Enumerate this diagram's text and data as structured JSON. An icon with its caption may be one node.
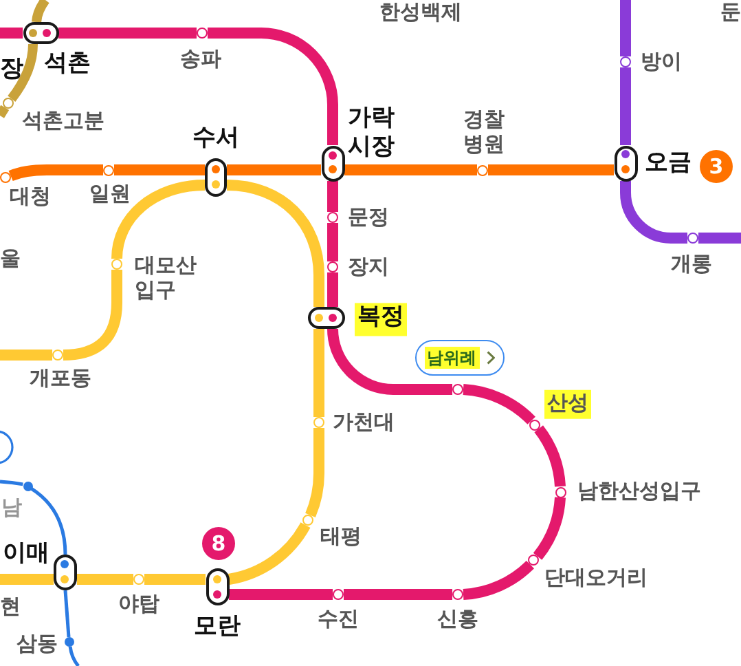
{
  "diagram": {
    "nodes": [
      {
        "text": [],
        "shape": "capsule",
        "beside": [
          "석촌"
        ]
      },
      {
        "text": [],
        "shape": "circle",
        "beside": [
          "송파"
        ]
      },
      {
        "text": [],
        "shape": "circle",
        "beside": [
          "방이"
        ]
      },
      {
        "text": [],
        "shape": "circle",
        "beside": [
          "석촌고분"
        ]
      },
      {
        "text": [],
        "shape": "capsule",
        "beside": [
          "가락 시장"
        ]
      },
      {
        "text": [],
        "shape": "capsule",
        "beside": [
          "오금"
        ]
      },
      {
        "text": [
          "3"
        ]
      },
      {
        "text": [],
        "shape": "circle",
        "beside": [
          "대청"
        ]
      },
      {
        "text": [],
        "shape": "circle",
        "beside": [
          "일원"
        ]
      },
      {
        "text": [],
        "shape": "capsule",
        "beside": [
          "수서"
        ]
      },
      {
        "text": [],
        "shape": "circle",
        "beside": [
          "경찰 병원"
        ]
      },
      {
        "text": [],
        "shape": "circle",
        "beside": [
          "문정"
        ]
      },
      {
        "text": [],
        "shape": "circle",
        "beside": [
          "개롱"
        ]
      },
      {
        "text": [],
        "shape": "circle",
        "beside": [
          "대모산 입구"
        ]
      },
      {
        "text": [],
        "shape": "circle",
        "beside": [
          "장지"
        ]
      },
      {
        "text": [],
        "shape": "capsule",
        "beside": [
          "복정"
        ]
      },
      {
        "text": [],
        "shape": "circle",
        "beside": [
          "개포동"
        ]
      },
      {
        "text": [
          "남위례"
        ]
      },
      {
        "text": [],
        "shape": "circle"
      },
      {
        "text": [],
        "shape": "circle",
        "beside": [
          "가천대"
        ]
      },
      {
        "text": [],
        "shape": "circle",
        "beside": [
          "산성"
        ]
      },
      {
        "text": [],
        "shape": "circle",
        "beside": [
          "남"
        ]
      },
      {
        "text": [],
        "shape": "circle",
        "beside": [
          "남한산성입구"
        ]
      },
      {
        "text": [],
        "shape": "circle",
        "beside": [
          "태평"
        ]
      },
      {
        "text": [
          "8"
        ]
      },
      {
        "text": [],
        "shape": "circle",
        "beside": [
          "단대오거리"
        ]
      },
      {
        "text": [],
        "shape": "capsule",
        "beside": [
          "이매"
        ]
      },
      {
        "text": [],
        "shape": "circle",
        "beside": [
          "야탑"
        ]
      },
      {
        "text": [],
        "shape": "capsule",
        "beside": [
          "모란"
        ]
      },
      {
        "text": [],
        "shape": "circle",
        "beside": [
          "수진"
        ]
      },
      {
        "text": [],
        "shape": "circle",
        "beside": [
          "신흥"
        ]
      },
      {
        "text": [],
        "shape": "circle",
        "beside": [
          "삼동"
        ]
      }
    ],
    "edges": [
      {
        "from": null,
        "to": 0,
        "arrow": "none"
      },
      {
        "from": 0,
        "to": 1,
        "arrow": "none"
      },
      {
        "from": 1,
        "to": 4,
        "arrow": "none"
      },
      {
        "from": 4,
        "to": 11,
        "arrow": "none"
      },
      {
        "from": 11,
        "to": 14,
        "arrow": "none"
      },
      {
        "from": 14,
        "to": 15,
        "arrow": "none"
      },
      {
        "from": 15,
        "to": 18,
        "arrow": "none"
      },
      {
        "from": 18,
        "to": 20,
        "arrow": "none"
      },
      {
        "from": 20,
        "to": 22,
        "arrow": "none"
      },
      {
        "from": 22,
        "to": 25,
        "arrow": "none"
      },
      {
        "from": 25,
        "to": 30,
        "arrow": "none"
      },
      {
        "from": 30,
        "to": 29,
        "arrow": "none"
      },
      {
        "from": 29,
        "to": 28,
        "arrow": "none"
      },
      {
        "from": null,
        "to": 0,
        "arrow": "none",
        "color": "#c9a23a"
      },
      {
        "from": 0,
        "to": 3,
        "arrow": "none",
        "color": "#c9a23a"
      },
      {
        "from": 3,
        "to": null,
        "arrow": "none",
        "color": "#c9a23a"
      },
      {
        "from": 7,
        "to": 8,
        "arrow": "none",
        "color": "#ff7200"
      },
      {
        "from": 8,
        "to": 9,
        "arrow": "none",
        "color": "#ff7200"
      },
      {
        "from": 9,
        "to": 4,
        "arrow": "none",
        "color": "#ff7200"
      },
      {
        "from": 4,
        "to": 10,
        "arrow": "none",
        "color": "#ff7200"
      },
      {
        "from": 10,
        "to": 5,
        "arrow": "none",
        "color": "#ff7200"
      },
      {
        "from": null,
        "to": 2,
        "arrow": "none",
        "color": "#8a3bd8"
      },
      {
        "from": 2,
        "to": 5,
        "arrow": "none",
        "color": "#8a3bd8"
      },
      {
        "from": 5,
        "to": 12,
        "arrow": "none",
        "color": "#8a3bd8"
      },
      {
        "from": 12,
        "to": null,
        "arrow": "none",
        "color": "#8a3bd8"
      },
      {
        "from": null,
        "to": 16,
        "arrow": "none",
        "color": "#ffc933"
      },
      {
        "from": 16,
        "to": 13,
        "arrow": "none",
        "color": "#ffc933"
      },
      {
        "from": 13,
        "to": 9,
        "arrow": "none",
        "color": "#ffc933"
      },
      {
        "from": 9,
        "to": 15,
        "arrow": "none",
        "color": "#ffc933"
      },
      {
        "from": 15,
        "to": 19,
        "arrow": "none",
        "color": "#ffc933"
      },
      {
        "from": 19,
        "to": 23,
        "arrow": "none",
        "color": "#ffc933"
      },
      {
        "from": 23,
        "to": 28,
        "arrow": "none",
        "color": "#ffc933"
      },
      {
        "from": 28,
        "to": 27,
        "arrow": "none",
        "color": "#ffc933"
      },
      {
        "from": 27,
        "to": 26,
        "arrow": "none",
        "color": "#ffc933"
      },
      {
        "from": 26,
        "to": null,
        "arrow": "none",
        "color": "#ffc933"
      },
      {
        "from": null,
        "to": 21,
        "arrow": "none",
        "color": "#2a7ae2"
      },
      {
        "from": 21,
        "to": 26,
        "arrow": "none",
        "color": "#2a7ae2"
      },
      {
        "from": 26,
        "to": 31,
        "arrow": "none",
        "color": "#2a7ae2"
      },
      {
        "from": 31,
        "to": null,
        "arrow": "none",
        "color": "#2a7ae2"
      }
    ],
    "labels": [
      "한성백제",
      "둔",
      "장",
      "울",
      "현"
    ]
  }
}
